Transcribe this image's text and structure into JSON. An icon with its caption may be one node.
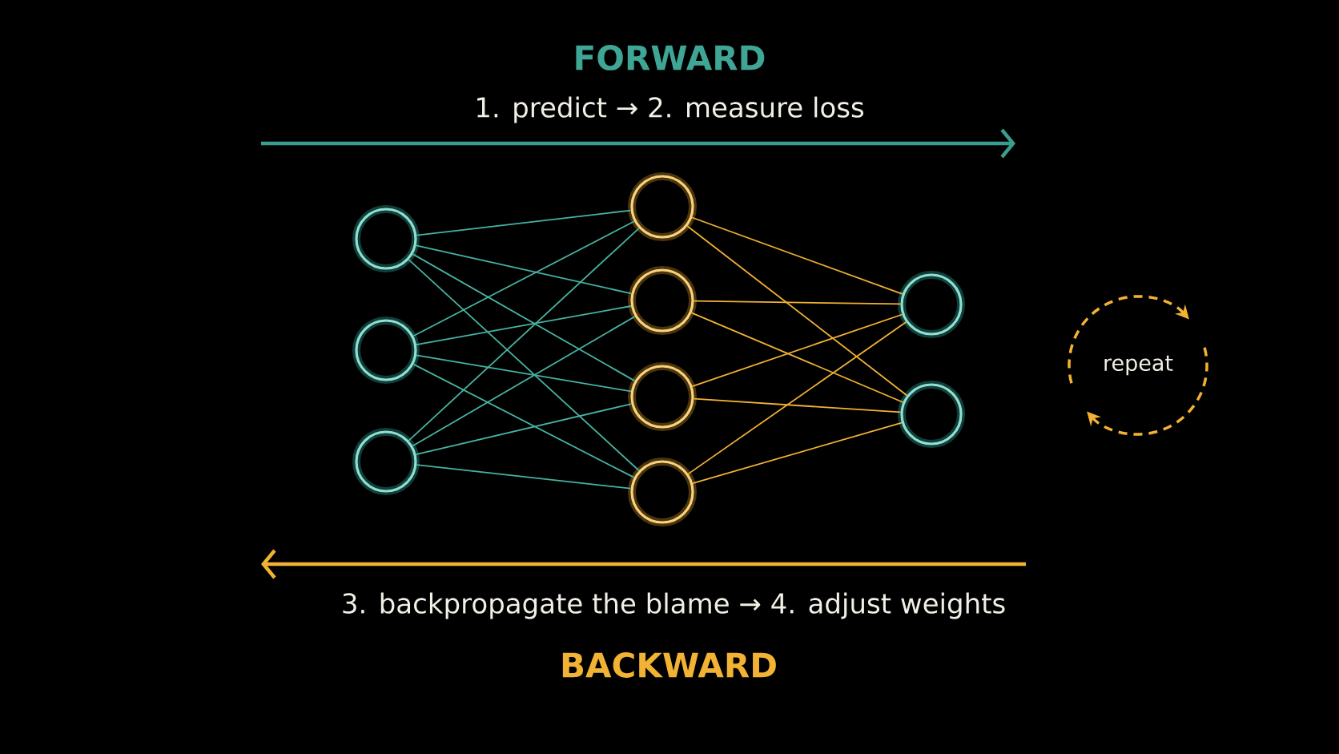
{
  "diagram": {
    "nodes": [
      {
        "text": [],
        "shape": "circle"
      },
      {
        "text": [],
        "shape": "circle"
      },
      {
        "text": [],
        "shape": "circle"
      },
      {
        "text": [],
        "shape": "circle"
      },
      {
        "text": [],
        "shape": "circle"
      },
      {
        "text": [],
        "shape": "circle"
      },
      {
        "text": [],
        "shape": "circle"
      },
      {
        "text": [],
        "shape": "circle"
      },
      {
        "text": [],
        "shape": "circle"
      },
      {
        "text": [
          "repeat"
        ]
      }
    ],
    "edges": [
      {
        "from": 0,
        "to": 3,
        "arrow": "none"
      },
      {
        "from": 0,
        "to": 4,
        "arrow": "none"
      },
      {
        "from": 0,
        "to": 5,
        "arrow": "none"
      },
      {
        "from": 0,
        "to": 6,
        "arrow": "none"
      },
      {
        "from": 1,
        "to": 3,
        "arrow": "none"
      },
      {
        "from": 1,
        "to": 4,
        "arrow": "none"
      },
      {
        "from": 1,
        "to": 5,
        "arrow": "none"
      },
      {
        "from": 1,
        "to": 6,
        "arrow": "none"
      },
      {
        "from": 2,
        "to": 3,
        "arrow": "none"
      },
      {
        "from": 2,
        "to": 4,
        "arrow": "none"
      },
      {
        "from": 2,
        "to": 5,
        "arrow": "none"
      },
      {
        "from": 2,
        "to": 6,
        "arrow": "none"
      },
      {
        "from": 3,
        "to": 7,
        "arrow": "none",
        "color": "#f2b233"
      },
      {
        "from": 3,
        "to": 8,
        "arrow": "none",
        "color": "#f2b233"
      },
      {
        "from": 4,
        "to": 7,
        "arrow": "none",
        "color": "#f2b233"
      },
      {
        "from": 4,
        "to": 8,
        "arrow": "none",
        "color": "#f2b233"
      },
      {
        "from": 5,
        "to": 7,
        "arrow": "none",
        "color": "#f2b233"
      },
      {
        "from": 5,
        "to": 8,
        "arrow": "none",
        "color": "#f2b233"
      },
      {
        "from": 6,
        "to": 7,
        "arrow": "none",
        "color": "#f2b233"
      },
      {
        "from": 6,
        "to": 8,
        "arrow": "none",
        "color": "#f2b233"
      }
    ],
    "labels": [
      "FORWARD",
      "1. predict → 2. measure loss",
      "3. backpropagate the blame → 4. adjust weights",
      "BACKWARD"
    ]
  }
}
